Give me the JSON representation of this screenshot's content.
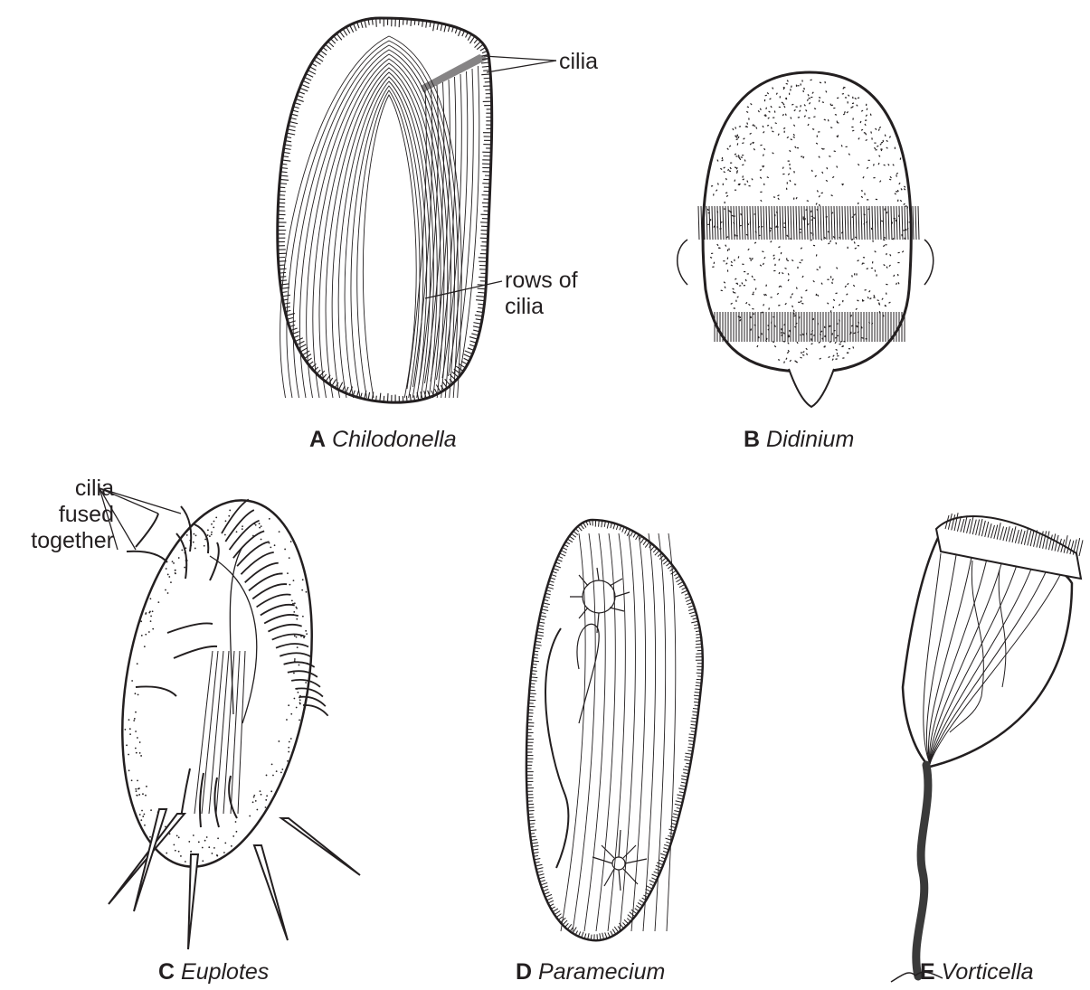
{
  "panels": [
    {
      "letter": "A",
      "name": "Chilodonella"
    },
    {
      "letter": "B",
      "name": "Didinium"
    },
    {
      "letter": "C",
      "name": "Euplotes"
    },
    {
      "letter": "D",
      "name": "Paramecium"
    },
    {
      "letter": "E",
      "name": "Vorticella"
    }
  ],
  "callouts": {
    "cilia": "cilia",
    "rows_line1": "rows of",
    "rows_line2": "cilia",
    "fused_line1": "cilia",
    "fused_line2": "fused",
    "fused_line3": "together"
  },
  "colors": {
    "ink": "#231f20",
    "background": "#ffffff",
    "stalk": "#3a3a3a"
  }
}
